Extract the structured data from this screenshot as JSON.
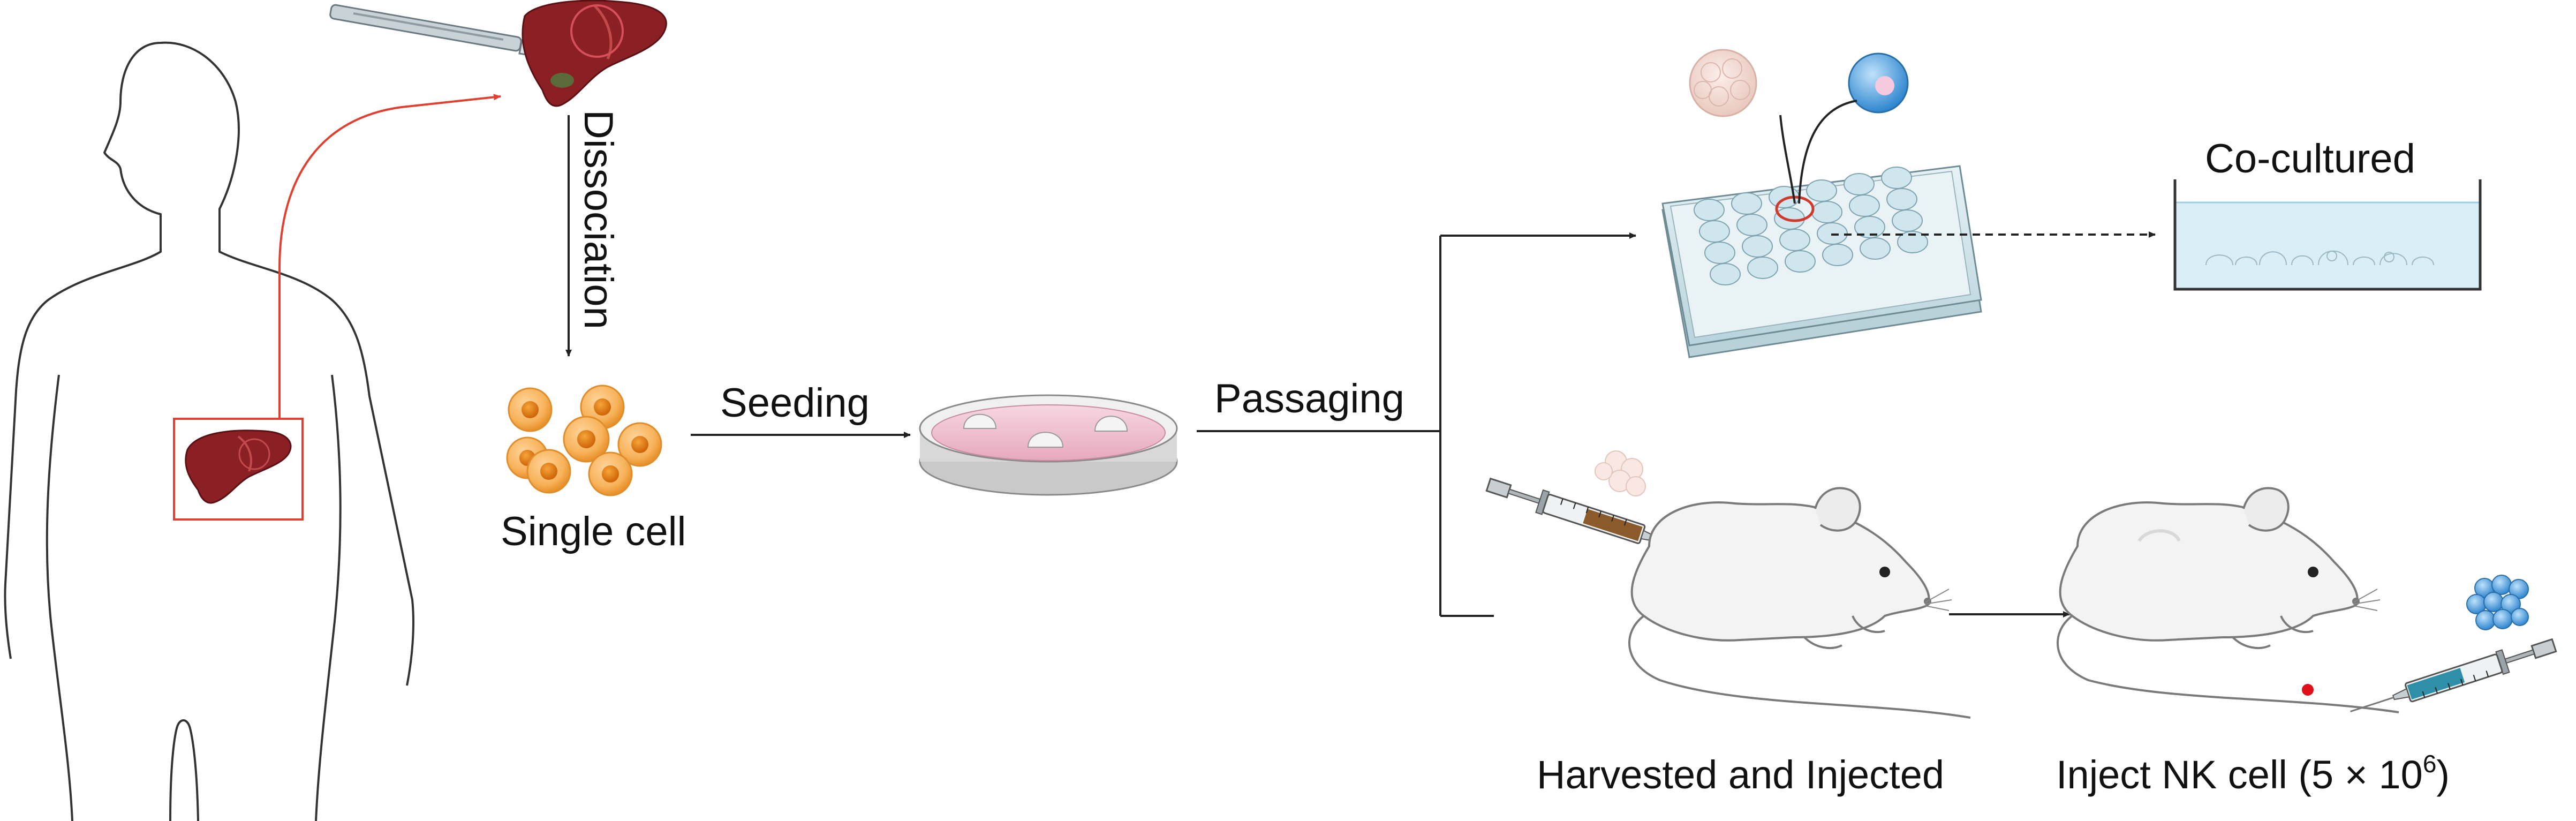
{
  "labels": {
    "dissociation": "Dissociation",
    "single_cell": "Single cell",
    "seeding": "Seeding",
    "passaging": "Passaging",
    "co_cultured": "Co-cultured",
    "harvested_injected": "Harvested and Injected",
    "inject_nk_prefix": "Inject NK cell (5 × 10",
    "inject_nk_exponent": "6",
    "inject_nk_suffix": ")"
  },
  "colors": {
    "liver": "#8a1f24",
    "highlight_line": "#e0402f",
    "arrow": "#222222",
    "cell_orange": "#f08a1c",
    "dish_pink": "#efbccc",
    "plate_blue": "#d6e9ef",
    "nk_cell_blue": "#3f93d6",
    "co_culture_medium": "#d9eef6",
    "mouse_body": "#f3f3f3",
    "injection_dot": "#e0101a"
  },
  "icons": {
    "body_outline": "human-silhouette-icon",
    "scalpel": "scalpel-icon",
    "liver": "liver-icon",
    "cells": "single-cell-icon",
    "dish": "petri-dish-icon",
    "plate": "well-plate-icon",
    "organoid": "organoid-icon",
    "nk_cell": "nk-cell-icon",
    "container": "culture-container-icon",
    "syringe": "syringe-icon",
    "mouse": "mouse-icon"
  }
}
